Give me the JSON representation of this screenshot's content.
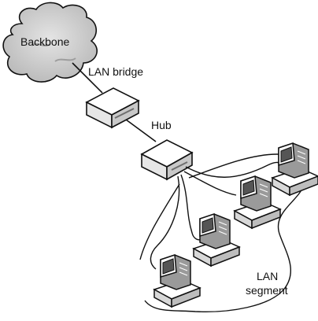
{
  "labels": {
    "backbone": "Backbone",
    "lan_bridge": "LAN bridge",
    "hub": "Hub",
    "lan_segment_line1": "LAN",
    "lan_segment_line2": "segment"
  },
  "colors": {
    "ink": "#111111",
    "cloud_fill": "#c9c9c9",
    "device_top": "#ffffff",
    "device_side": "#d8d8d8",
    "device_dark": "#6e6e6e"
  },
  "icons": {
    "backbone": "cloud-icon",
    "bridge": "network-box-icon",
    "hub": "hub-box-icon",
    "computer": "desktop-computer-icon"
  },
  "computers": [
    "computer-1",
    "computer-2",
    "computer-3",
    "computer-4"
  ]
}
